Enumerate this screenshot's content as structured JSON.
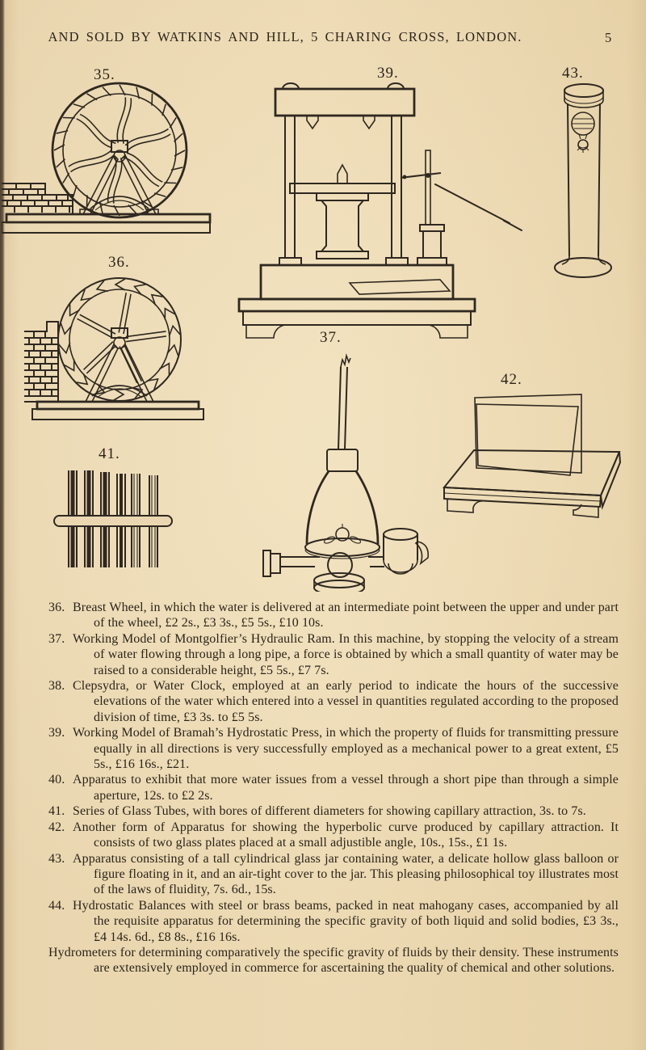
{
  "page": {
    "header": "AND SOLD BY WATKINS AND HILL, 5 CHARING CROSS, LONDON.",
    "page_number": "5"
  },
  "figures": {
    "f35": {
      "label": "35."
    },
    "f36": {
      "label": "36."
    },
    "f37": {
      "label": "37."
    },
    "f39": {
      "label": "39."
    },
    "f41": {
      "label": "41."
    },
    "f42": {
      "label": "42."
    },
    "f43": {
      "label": "43."
    }
  },
  "items": [
    {
      "number": "36.",
      "text": "Breast Wheel, in which the water is delivered at an intermediate point between the upper and under part of the wheel, £2 2s., £3 3s., £5 5s., £10 10s."
    },
    {
      "number": "37.",
      "text": "Working Model of Montgolfier’s Hydraulic Ram.  In this machine, by stopping the velocity of a stream of water flowing through a long pipe, a force is obtained by which a small quantity of water may be raised to a considerable height, £5 5s., £7 7s."
    },
    {
      "number": "38.",
      "text": "Clepsydra, or Water Clock, employed at an early period to indicate the hours of the successive elevations of the water which entered into a vessel in quantities regulated according to the proposed division of time, £3 3s. to £5 5s."
    },
    {
      "number": "39.",
      "text": "Working Model of Bramah’s Hydrostatic Press, in which the property of fluids for transmitting pressure equally in all directions is very successfully employed as a mechanical power to a great extent, £5 5s., £16 16s., £21."
    },
    {
      "number": "40.",
      "text": "Apparatus to exhibit that more water issues from a vessel through a short pipe than through a simple aperture, 12s. to £2 2s."
    },
    {
      "number": "41.",
      "text": "Series of Glass Tubes, with bores of different diameters for showing capillary attraction, 3s. to 7s."
    },
    {
      "number": "42.",
      "text": "Another form of Apparatus for showing the hyperbolic curve produced by capillary attraction.  It consists of two glass plates placed at a small adjustible angle, 10s., 15s., £1 1s."
    },
    {
      "number": "43.",
      "text": "Apparatus consisting of a tall cylindrical glass jar containing water, a delicate hollow glass balloon or figure floating in it, and an air-tight cover to the jar.  This pleasing philosophical toy illustrates most of the laws of fluidity, 7s. 6d., 15s."
    },
    {
      "number": "44.",
      "text": "Hydrostatic Balances with steel or brass beams, packed in neat mahogany cases, accompanied by all the requisite apparatus for determining the specific gravity of both liquid and solid bodies, £3 3s., £4 14s. 6d., £8 8s., £16 16s."
    },
    {
      "number": "",
      "text": "Hydrometers for determining comparatively the specific gravity of fluids by their density.  These instruments are extensively employed in commerce for ascertaining the quality of chemical and other solutions."
    }
  ]
}
